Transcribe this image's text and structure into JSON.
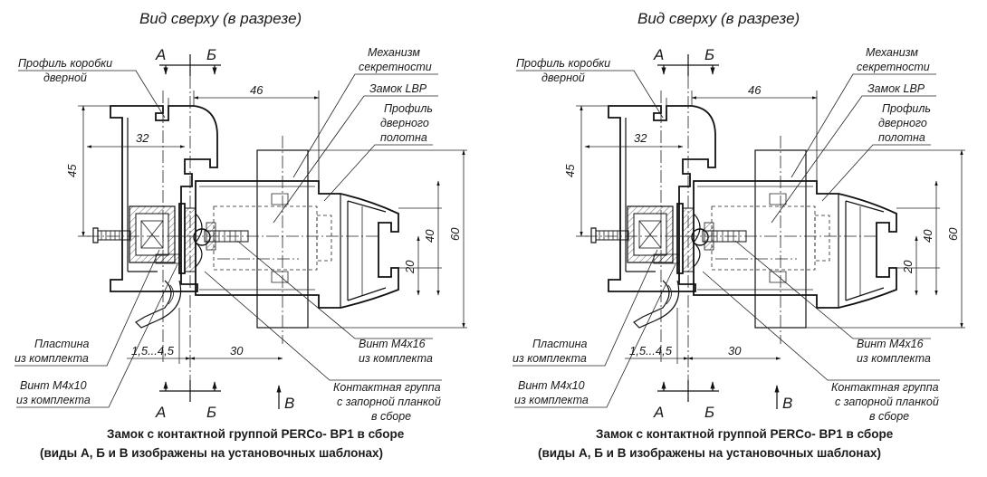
{
  "drawings": [
    {
      "title": "Вид сверху (в разрезе)",
      "section_a": "А",
      "section_b": "Б",
      "view_v": "В",
      "labels": {
        "frame_profile_1": "Профиль коробки",
        "frame_profile_2": "дверной",
        "mechanism_1": "Механизм",
        "mechanism_2": "секретности",
        "lock": "Замок LBP",
        "door_profile_1": "Профиль",
        "door_profile_2": "дверного",
        "door_profile_3": "полотна",
        "plate_1": "Пластина",
        "plate_2": "из комплекта",
        "screw10_1": "Винт М4х10",
        "screw10_2": "из комплекта",
        "screw16_1": "Винт М4х16",
        "screw16_2": "из комплекта",
        "contact_1": "Контактная группа",
        "contact_2": "с запорной планкой",
        "contact_3": "в сборе"
      },
      "dims": {
        "d46": "46",
        "d32": "32",
        "d45": "45",
        "d40": "40",
        "d60": "60",
        "d20": "20",
        "d30": "30",
        "gap": "1,5...4,5"
      },
      "caption_1": "Замок с контактной группой PERCo- BP1 в сборе",
      "caption_2": "(виды А, Б и В изображены на установочных шаблонах)"
    },
    {
      "title": "Вид сверху (в разрезе)",
      "section_a": "А",
      "section_b": "Б",
      "view_v": "В",
      "labels": {
        "frame_profile_1": "Профиль коробки",
        "frame_profile_2": "дверной",
        "mechanism_1": "Механизм",
        "mechanism_2": "секретности",
        "lock": "Замок LBP",
        "door_profile_1": "Профиль",
        "door_profile_2": "дверного",
        "door_profile_3": "полотна",
        "plate_1": "Пластина",
        "plate_2": "из комплекта",
        "screw10_1": "Винт М4х10",
        "screw10_2": "из комплекта",
        "screw16_1": "Винт М4х16",
        "screw16_2": "из комплекта",
        "contact_1": "Контактная группа",
        "contact_2": "с запорной планкой",
        "contact_3": "в сборе"
      },
      "dims": {
        "d46": "46",
        "d32": "32",
        "d45": "45",
        "d40": "40",
        "d60": "60",
        "d20": "20",
        "d30": "30",
        "gap": "1,5...4,5"
      },
      "caption_1": "Замок с контактной группой PERCo- BP1 в сборе",
      "caption_2": "(виды А, Б и В изображены на установочных шаблонах)"
    }
  ]
}
